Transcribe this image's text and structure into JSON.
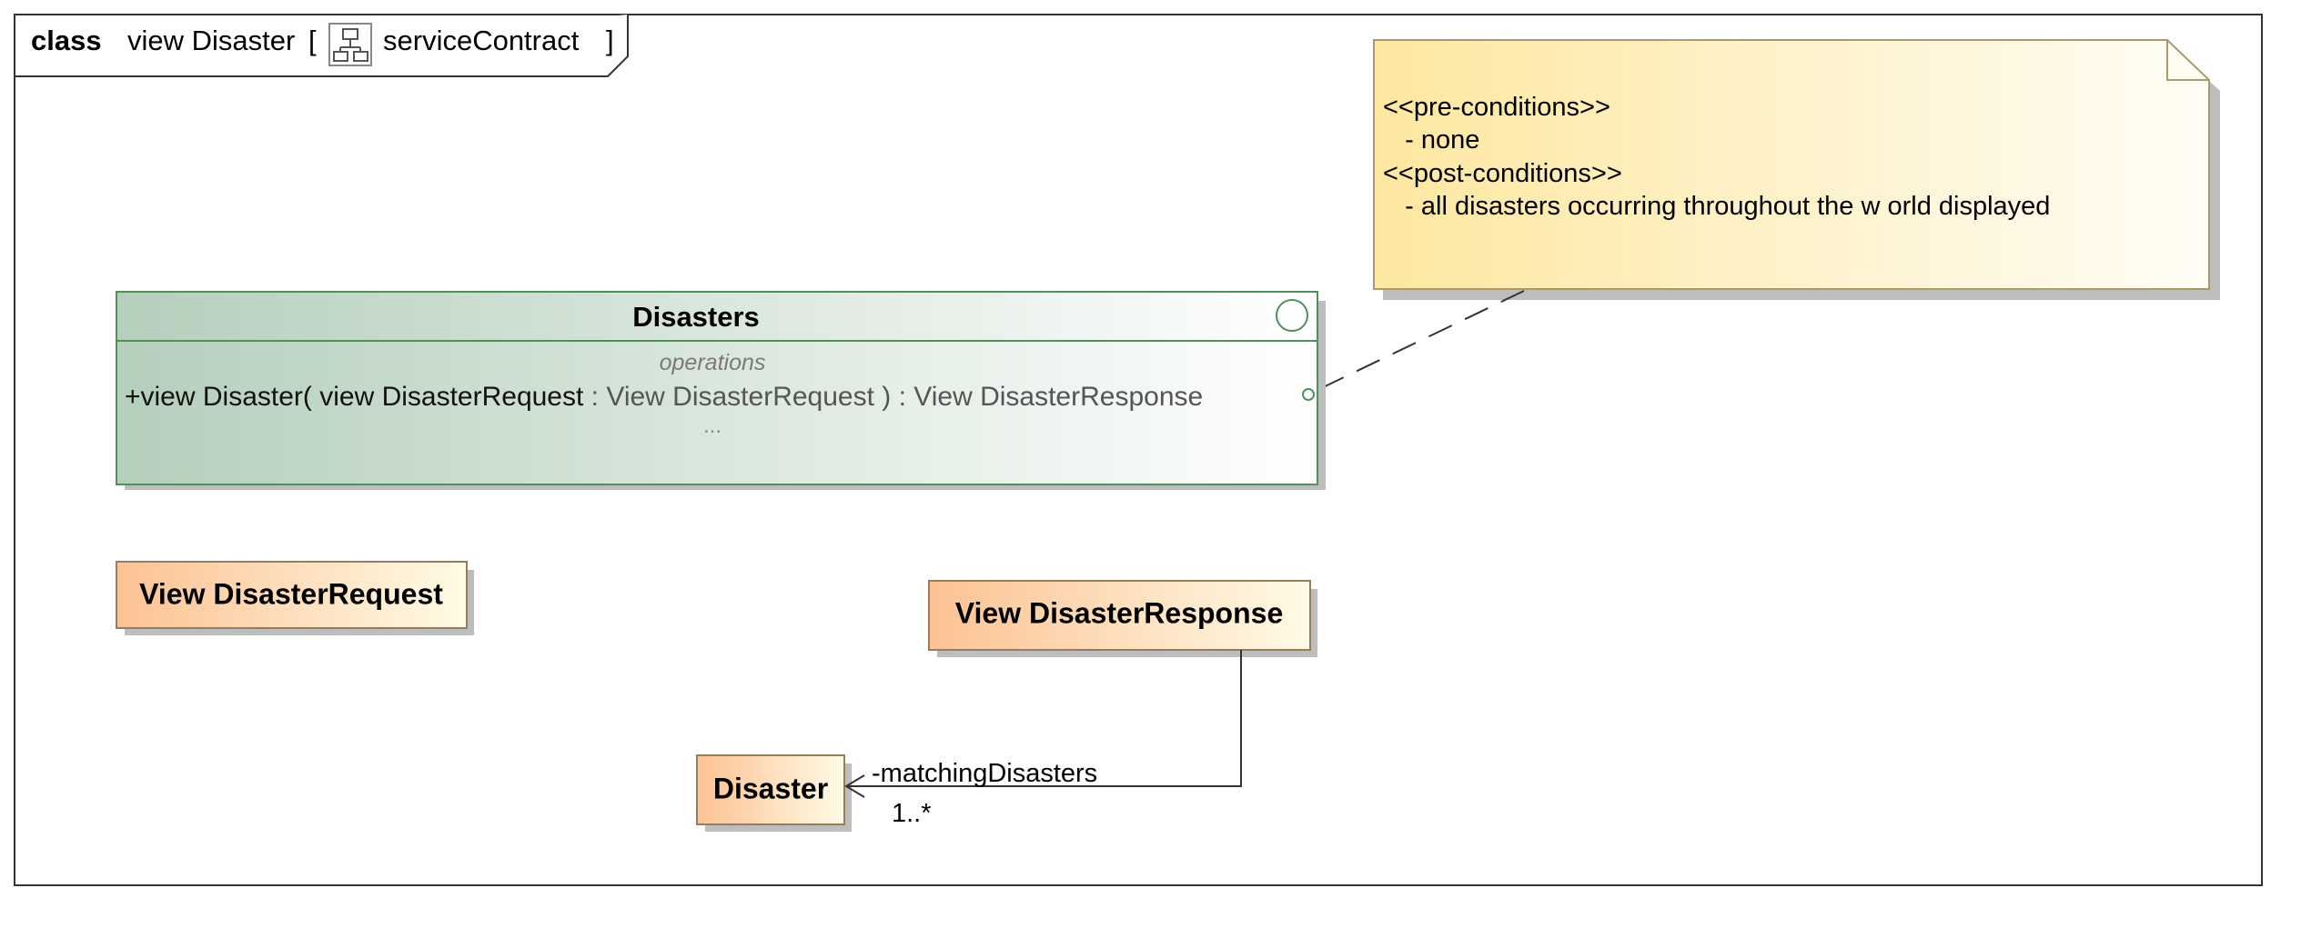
{
  "frame": {
    "keyword": "class",
    "name": "view Disaster",
    "bracket_open": "[",
    "diagram_type_icon": "class-diagram-icon",
    "diagram_type": "serviceContract",
    "bracket_close": "]"
  },
  "note": {
    "lines": [
      "<<pre-conditions>>",
      "   - none",
      "<<post-conditions>>",
      "   - all disasters occurring throughout the w orld displayed"
    ]
  },
  "interface": {
    "name": "Disasters",
    "icon": "interface-circle-icon",
    "compartment_label": "operations",
    "operation": {
      "prefix": "+view Disaster( view DisasterRequest",
      "suffix": " : View DisasterRequest ) : View DisasterResponse"
    },
    "more": "..."
  },
  "classes": {
    "request": "View DisasterRequest",
    "response": "View DisasterResponse",
    "disaster": "Disaster"
  },
  "association": {
    "role": "-matchingDisasters",
    "multiplicity": "1..*"
  },
  "colors": {
    "interface_fill_start": "#b9d2c0",
    "interface_border": "#4e8f5a",
    "class_fill_start": "#fcc89b",
    "class_fill_end": "#fff9e0",
    "class_border": "#9a7b5a",
    "note_fill_start": "#fde9a5",
    "note_fill_end": "#fffdf5",
    "note_border": "#a89a6a",
    "shadow": "#bdbdbd",
    "line": "#333333"
  }
}
